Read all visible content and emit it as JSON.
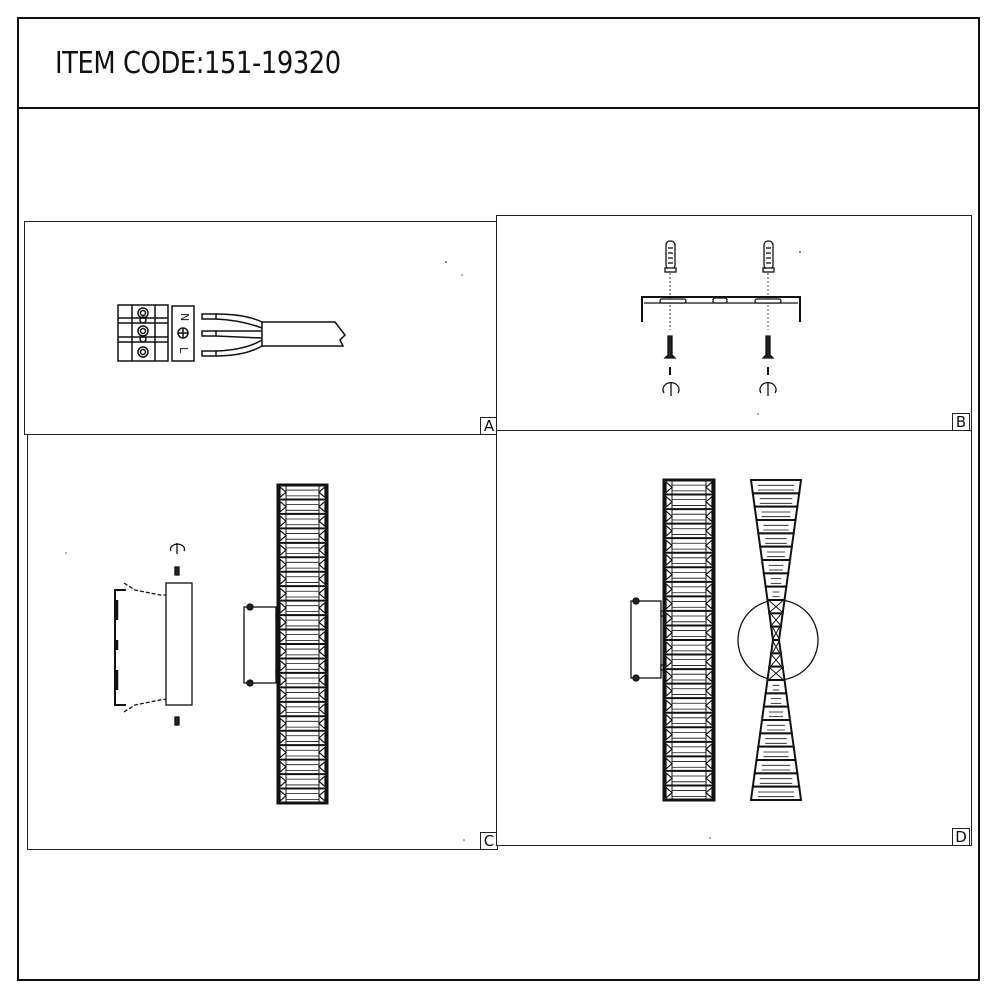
{
  "header": {
    "item_code": "ITEM CODE:151-19320"
  },
  "panels": [
    {
      "id": "A",
      "label": "A",
      "description": "Terminal block wiring: N, earth, L conductors to cable"
    },
    {
      "id": "B",
      "label": "B",
      "description": "Mounting bracket with wall plugs and screws"
    },
    {
      "id": "C",
      "label": "C",
      "description": "Attach fixture base to bracket, side view of crystal fixture"
    },
    {
      "id": "D",
      "label": "D",
      "description": "Assembled fixture front and rotated crystal views"
    }
  ],
  "terminal": {
    "labels": [
      "N",
      "⏚",
      "L"
    ]
  },
  "colors": {
    "line": "#111111",
    "background": "#ffffff"
  }
}
